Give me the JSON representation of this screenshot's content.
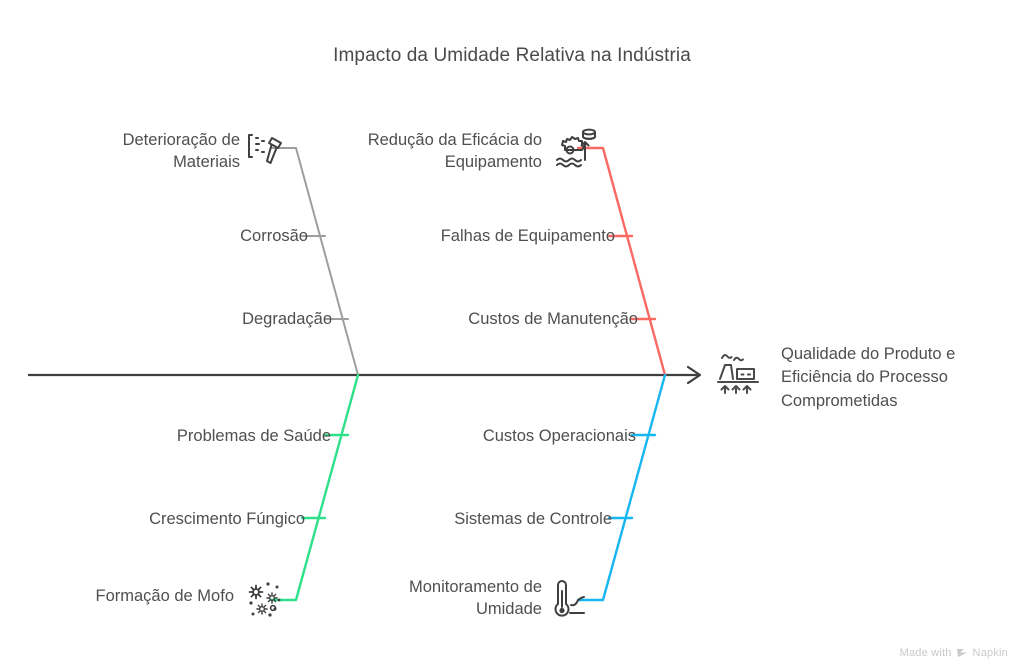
{
  "chart_data": {
    "type": "diagram",
    "diagram_type": "fishbone",
    "title": "Impacto da Umidade Relativa na Indústria",
    "effect": {
      "label": "Qualidade do Produto e\nEficiência do Processo\nComprometidas",
      "icon": "factory-icon"
    },
    "spine_arrow": "right-arrow-icon",
    "categories": [
      {
        "label": "Deterioração de\nMateriais",
        "side": "top-left",
        "color": "#9e9e9e",
        "icon": "hammer-chisel-icon",
        "causes": [
          "Corrosão",
          "Degradação"
        ]
      },
      {
        "label": "Redução da Eficácia do\nEquipamento",
        "side": "top-right",
        "color": "#fa6a63",
        "icon": "gear-water-rise-icon",
        "causes": [
          "Falhas de Equipamento",
          "Custos de Manutenção"
        ]
      },
      {
        "label": "Formação de Mofo",
        "side": "bottom-left",
        "color": "#2ee08a",
        "icon": "mold-spores-icon",
        "causes": [
          "Problemas de Saúde",
          "Crescimento Fúngico"
        ]
      },
      {
        "label": "Monitoramento de\nUmidade",
        "side": "bottom-right",
        "color": "#16b6f0",
        "icon": "thermometer-chart-icon",
        "causes": [
          "Custos Operacionais",
          "Sistemas de Controle"
        ]
      }
    ]
  },
  "title": "Impacto da Umidade Relativa na Indústria",
  "effect": {
    "label": "Qualidade do Produto e\nEficiência do Processo\nComprometidas"
  },
  "categories": [
    {
      "label": "Deterioração de\nMateriais"
    },
    {
      "label": "Redução da Eficácia do\nEquipamento"
    },
    {
      "label": "Formação de Mofo"
    },
    {
      "label": "Monitoramento de\nUmidade"
    }
  ],
  "causes": {
    "c0": [
      "Corrosão",
      "Degradação"
    ],
    "c1": [
      "Falhas de Equipamento",
      "Custos de Manutenção"
    ],
    "c2": [
      "Problemas de Saúde",
      "Crescimento Fúngico"
    ],
    "c3": [
      "Custos Operacionais",
      "Sistemas de Controle"
    ]
  },
  "colors": {
    "spine": "#3f3f3f",
    "text": "#4f4f4f",
    "branch_top_left": "#9e9e9e",
    "branch_top_right": "#fa6a63",
    "branch_bottom_left": "#2ee08a",
    "branch_bottom_right": "#16b6f0"
  },
  "watermark": {
    "text_before": "Made with",
    "brand": "Napkin"
  }
}
